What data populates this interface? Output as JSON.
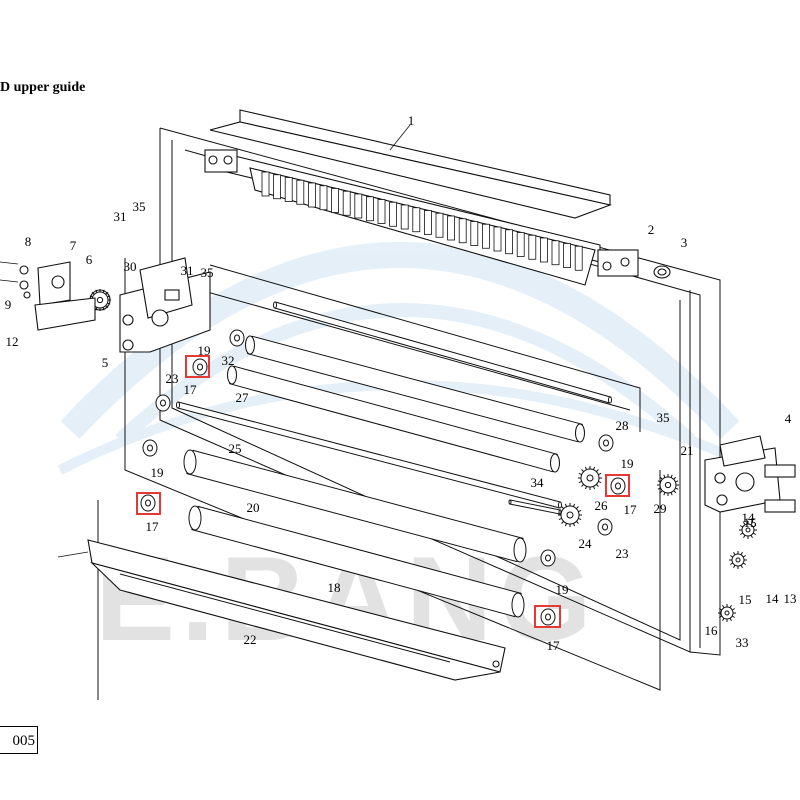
{
  "header": {
    "title": "D upper guide"
  },
  "footer": {
    "page_label": "005"
  },
  "watermark": {
    "text": "E.BANG",
    "color": "#dcdcdc",
    "arc_color": "#cfe3f2"
  },
  "highlight_color": "#e53935",
  "callouts": [
    "1",
    "2",
    "3",
    "4",
    "5",
    "6",
    "7",
    "8",
    "9",
    "12",
    "13",
    "14",
    "14",
    "15",
    "15",
    "16",
    "17",
    "17",
    "17",
    "17",
    "18",
    "19",
    "19",
    "19",
    "19",
    "20",
    "21",
    "22",
    "23",
    "23",
    "24",
    "25",
    "26",
    "27",
    "28",
    "29",
    "30",
    "31",
    "31",
    "32",
    "33",
    "34",
    "35",
    "35",
    "35"
  ]
}
